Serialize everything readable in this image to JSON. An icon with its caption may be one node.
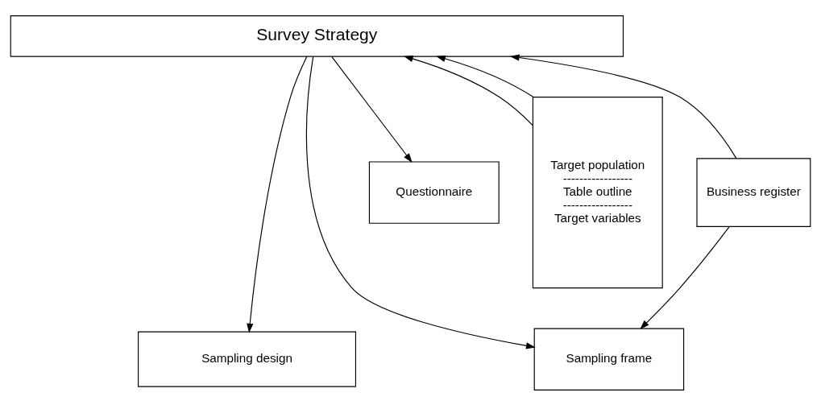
{
  "diagram": {
    "nodes": [
      {
        "text": [
          "Survey Strategy"
        ]
      },
      {
        "text": [
          "Target population",
          "-----------------",
          "Table outline",
          "-----------------",
          "Target variables"
        ]
      },
      {
        "text": [
          "Business register"
        ]
      },
      {
        "text": [
          "Sampling frame"
        ]
      },
      {
        "text": [
          "Questionnaire"
        ]
      },
      {
        "text": [
          "Sampling design"
        ]
      }
    ],
    "edges": [
      {
        "from": 1,
        "to": 0,
        "arrow": "to"
      },
      {
        "from": 1,
        "to": 0,
        "arrow": "to"
      },
      {
        "from": 0,
        "to": 5,
        "arrow": "to"
      },
      {
        "from": 0,
        "to": 3,
        "arrow": "to"
      },
      {
        "from": 2,
        "to": 0,
        "arrow": "to"
      },
      {
        "from": 2,
        "to": 3,
        "arrow": "to"
      },
      {
        "from": 0,
        "to": 4,
        "arrow": "to"
      }
    ]
  }
}
